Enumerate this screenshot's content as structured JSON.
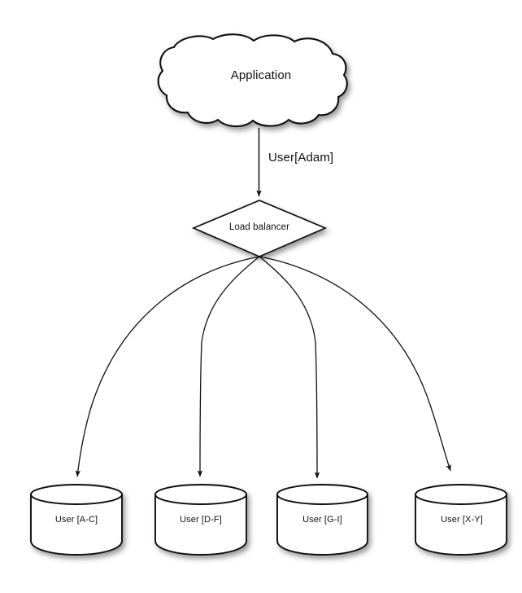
{
  "diagram": {
    "title": "Load balancer user sharding diagram",
    "background_color": "#ffffff",
    "stroke_color": "#1a1a1a",
    "fill_color": "#ffffff",
    "text_color": "#111111",
    "nodes": {
      "cloud": {
        "label": "Application",
        "shape": "cloud"
      },
      "diamond": {
        "label": "Load balancer",
        "shape": "diamond"
      },
      "databases": [
        {
          "label": "User [A-C]",
          "shape": "cylinder"
        },
        {
          "label": "User [D-F]",
          "shape": "cylinder"
        },
        {
          "label": "User [G-I]",
          "shape": "cylinder"
        },
        {
          "label": "User [X-Y]",
          "shape": "cylinder"
        }
      ]
    },
    "edges": {
      "application_to_balancer": {
        "label": "User[Adam]",
        "style": "straight-arrow"
      },
      "balancer_to_databases": {
        "label": "",
        "style": "curved-arrow",
        "count": 4
      }
    }
  }
}
